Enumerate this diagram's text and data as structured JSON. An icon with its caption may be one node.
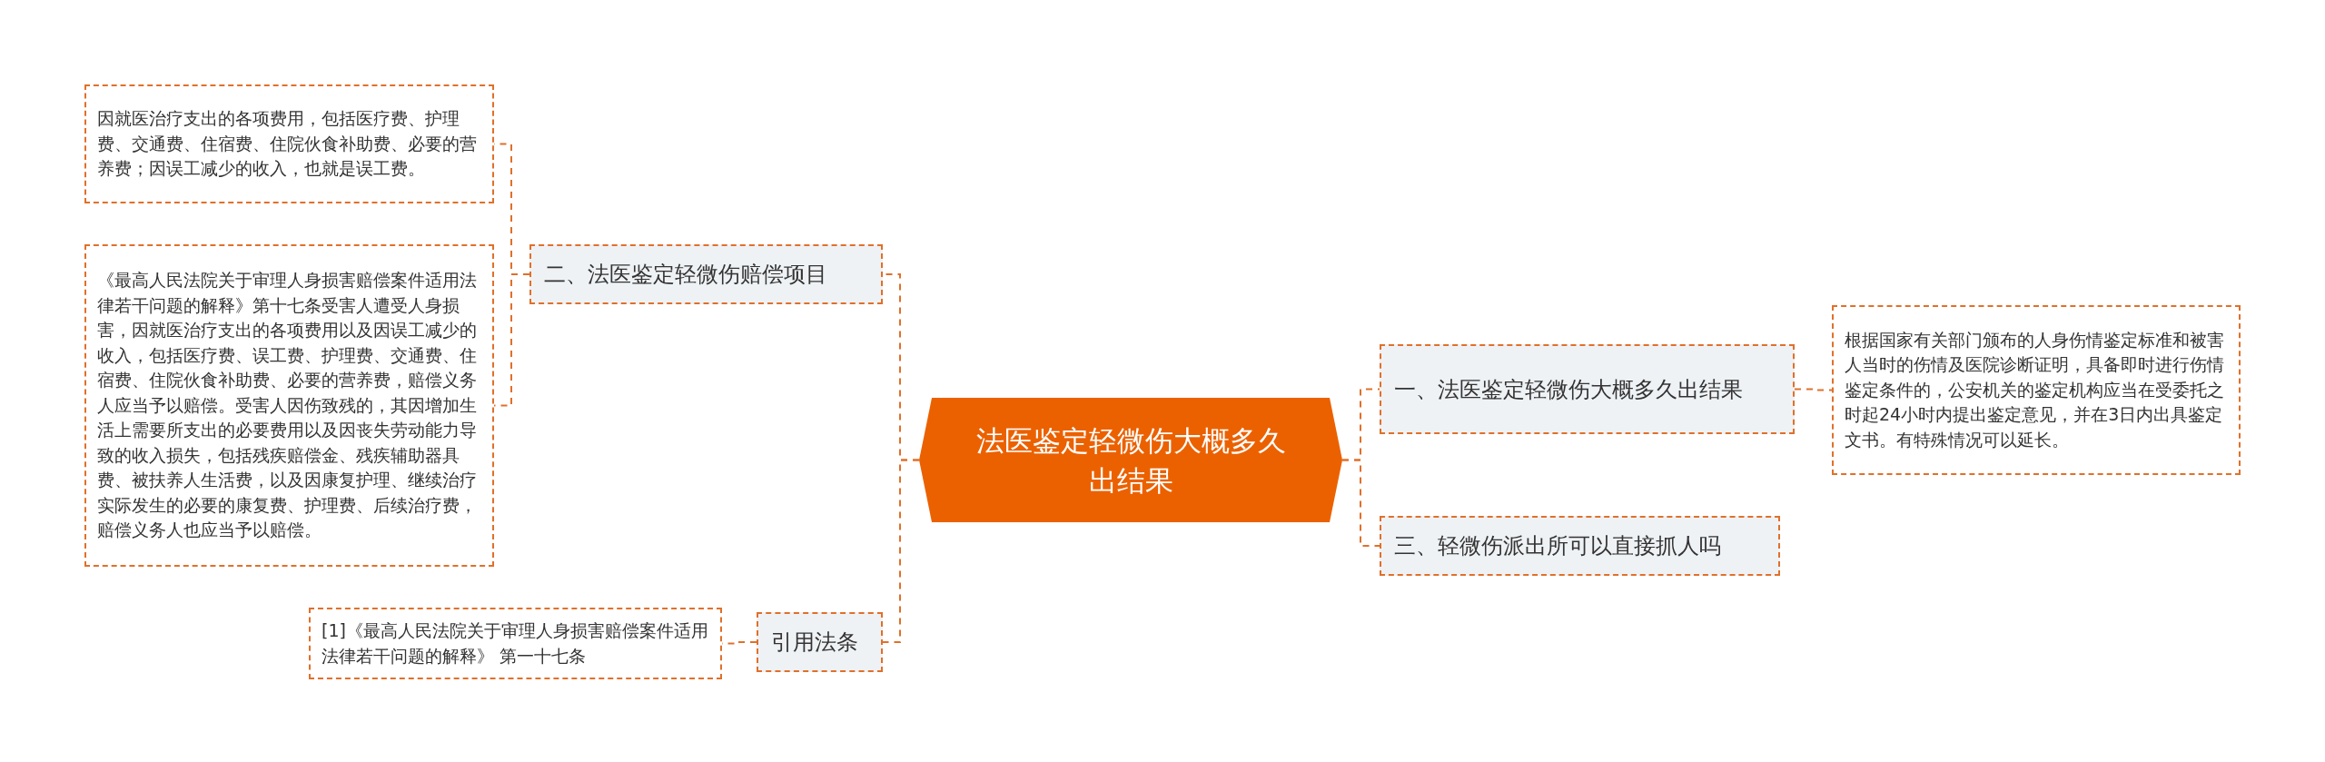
{
  "diagram": {
    "nodes": [
      {
        "text": [
          "法医鉴定轻微伤大概多久出结果"
        ]
      },
      {
        "text": [
          "二、法医鉴定轻微伤赔偿项目"
        ]
      },
      {
        "text": [
          "因就医治疗支出的各项费用，包括医疗费、护理费、交通费、住宿费、住院伙食补助费、必要的营养费；因误工减少的收入，也就是误工费。"
        ]
      },
      {
        "text": [
          "《最高人民法院关于审理人身损害赔偿案件适用法律若干问题的解释》第十七条受害人遭受人身损害，因就医治疗支出的各项费用以及因误工减少的收入，包括医疗费、误工费、护理费、交通费、住宿费、住院伙食补助费、必要的营养费，赔偿义务人应当予以赔偿。受害人因伤致残的，其因增加生活上需要所支出的必要费用以及因丧失劳动能力导致的收入损失，包括残疾赔偿金、残疾辅助器具费、被扶养人生活费，以及因康复护理、继续治疗实际发生的必要的康复费、护理费、后续治疗费，赔偿义务人也应当予以赔偿。"
        ]
      },
      {
        "text": [
          "引用法条"
        ]
      },
      {
        "text": [
          "[1]《最高人民法院关于审理人身损害赔偿案件适用法律若干问题的解释》 第一十七条"
        ]
      },
      {
        "text": [
          "一、法医鉴定轻微伤大概多久出结果"
        ]
      },
      {
        "text": [
          "根据国家有关部门颁布的人身伤情鉴定标准和被害人当时的伤情及医院诊断证明，具备即时进行伤情鉴定条件的，公安机关的鉴定机构应当在受委托之时起24小时内提出鉴定意见，并在3日内出具鉴定文书。有特殊情况可以延长。"
        ]
      },
      {
        "text": [
          "三、轻微伤派出所可以直接抓人吗"
        ]
      }
    ],
    "edges": [
      {
        "from": 0,
        "to": 1,
        "arrow": "none"
      },
      {
        "from": 1,
        "to": 2,
        "arrow": "none"
      },
      {
        "from": 1,
        "to": 3,
        "arrow": "none"
      },
      {
        "from": 0,
        "to": 4,
        "arrow": "none"
      },
      {
        "from": 4,
        "to": 5,
        "arrow": "none"
      },
      {
        "from": 0,
        "to": 6,
        "arrow": "none"
      },
      {
        "from": 6,
        "to": 7,
        "arrow": "none"
      },
      {
        "from": 0,
        "to": 8,
        "arrow": "none"
      }
    ]
  }
}
